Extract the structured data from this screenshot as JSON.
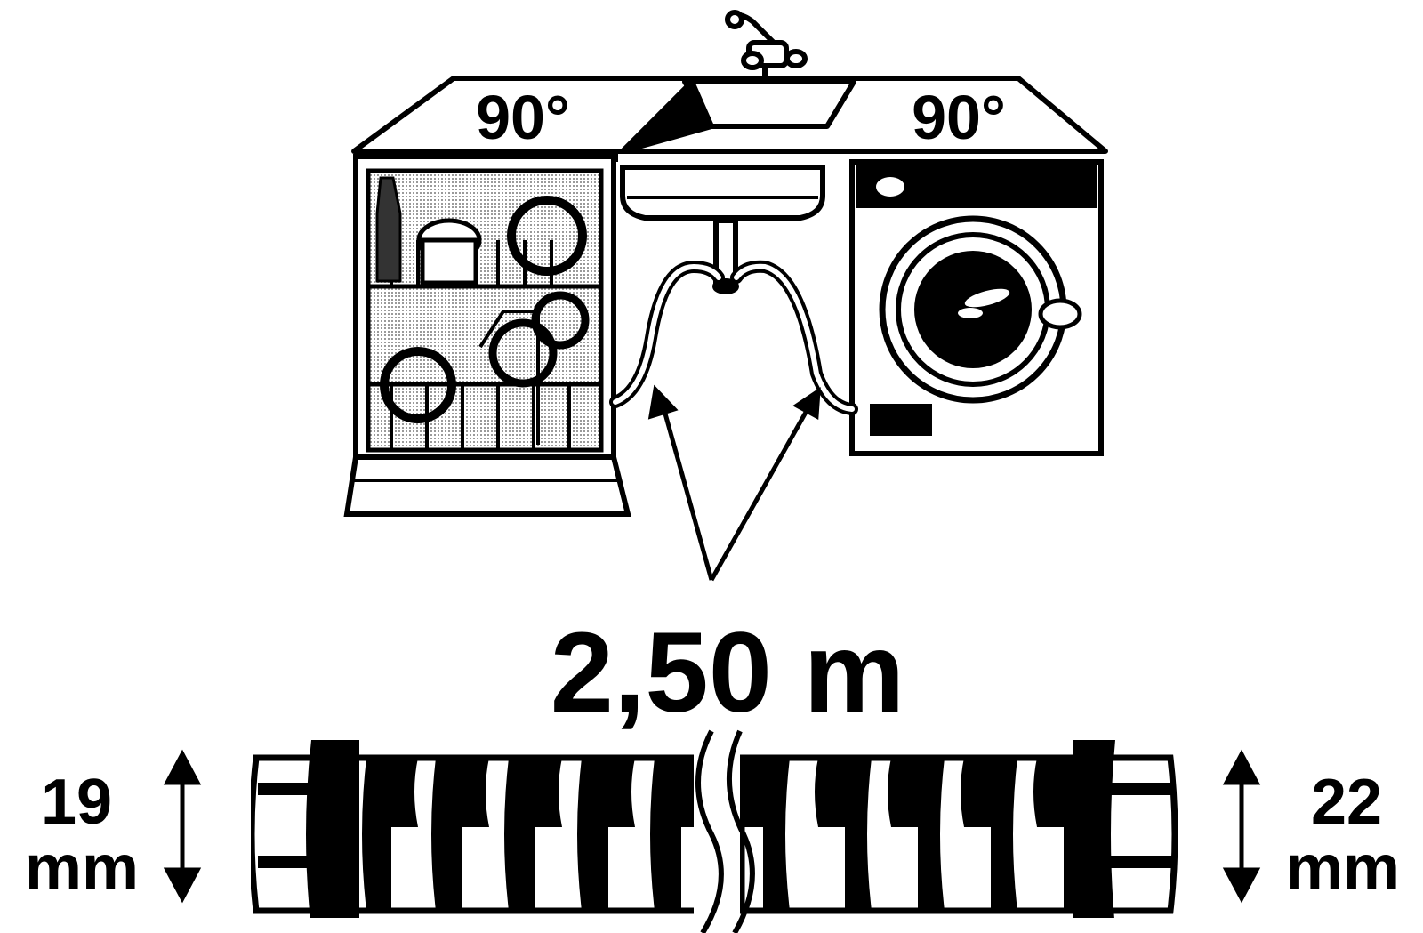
{
  "labels": {
    "left_counter_angle": "90°",
    "right_counter_angle": "90°",
    "hose_length": "2,50 m",
    "left_diameter_value": "19",
    "left_diameter_unit": "mm",
    "right_diameter_value": "22",
    "right_diameter_unit": "mm"
  },
  "colors": {
    "ink": "#000000",
    "paper": "#ffffff",
    "shade": "#c8c8c8"
  },
  "icons": {
    "dishwasher": "dishwasher-icon",
    "sink": "sink-icon",
    "washing_machine": "washing-machine-icon",
    "hose": "drain-hose-icon"
  }
}
